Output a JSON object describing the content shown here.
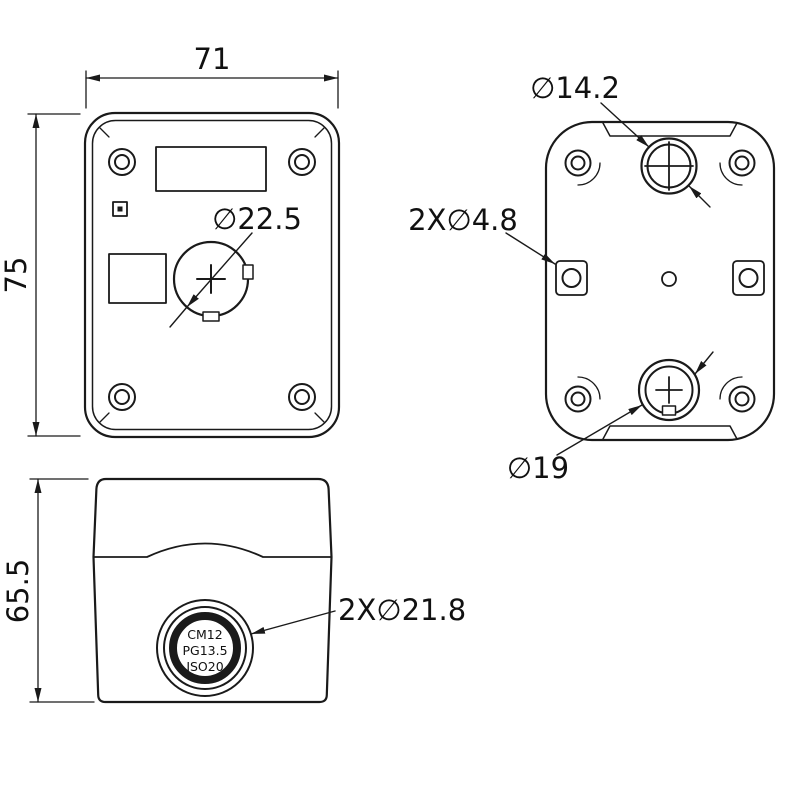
{
  "colors": {
    "line": "#1a1a1a",
    "background": "#ffffff"
  },
  "views": {
    "front": {
      "width_dim": "71",
      "height_dim": "75",
      "button_hole_dia": "∅22.5"
    },
    "back": {
      "top_hole_dia": "∅14.2",
      "mounting_holes_dia": "2X∅4.8",
      "bottom_hole_dia": "∅19"
    },
    "side": {
      "height_dim": "65.5",
      "gland_holes_dia": "2X∅21.8",
      "gland_text": [
        "CM12",
        "PG13.5",
        "ISO20"
      ]
    }
  }
}
